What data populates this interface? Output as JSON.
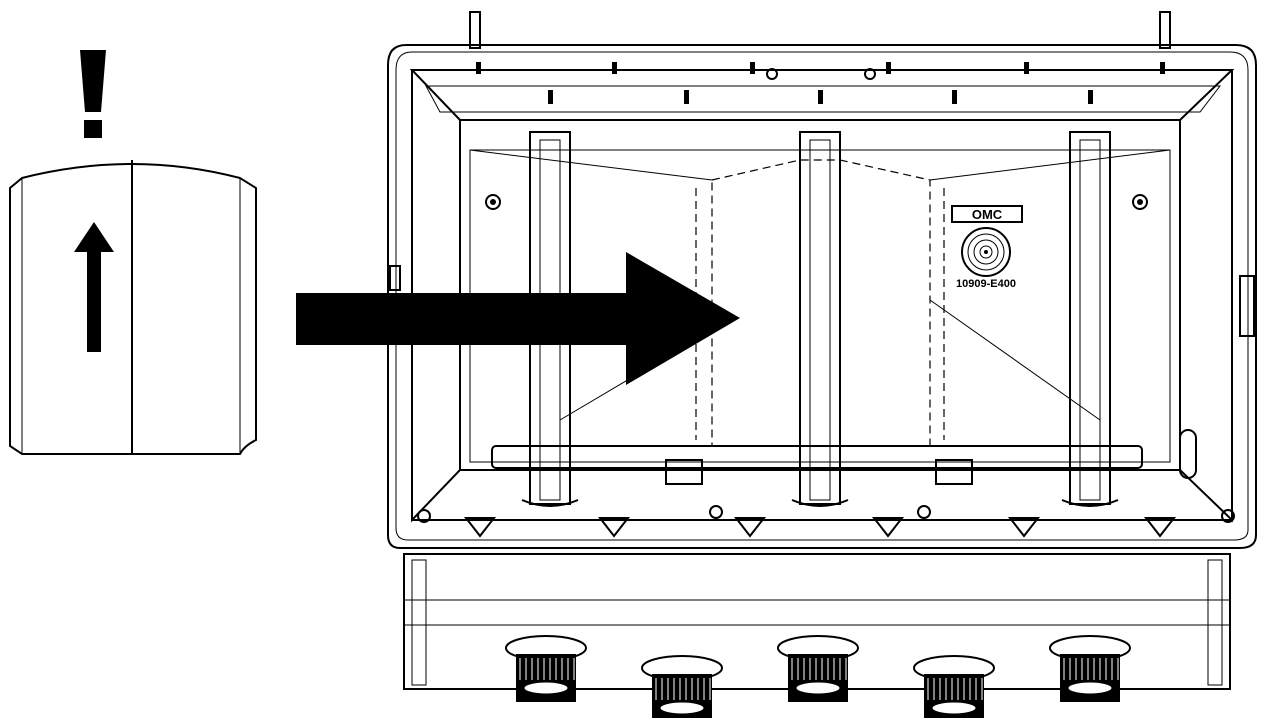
{
  "warning_symbol": "exclamation-mark",
  "enclosure": {
    "logo_text": "OMC",
    "part_number": "10909-E400"
  },
  "colors": {
    "ink": "#000000",
    "paper": "#ffffff"
  },
  "glands": {
    "count": 5
  }
}
